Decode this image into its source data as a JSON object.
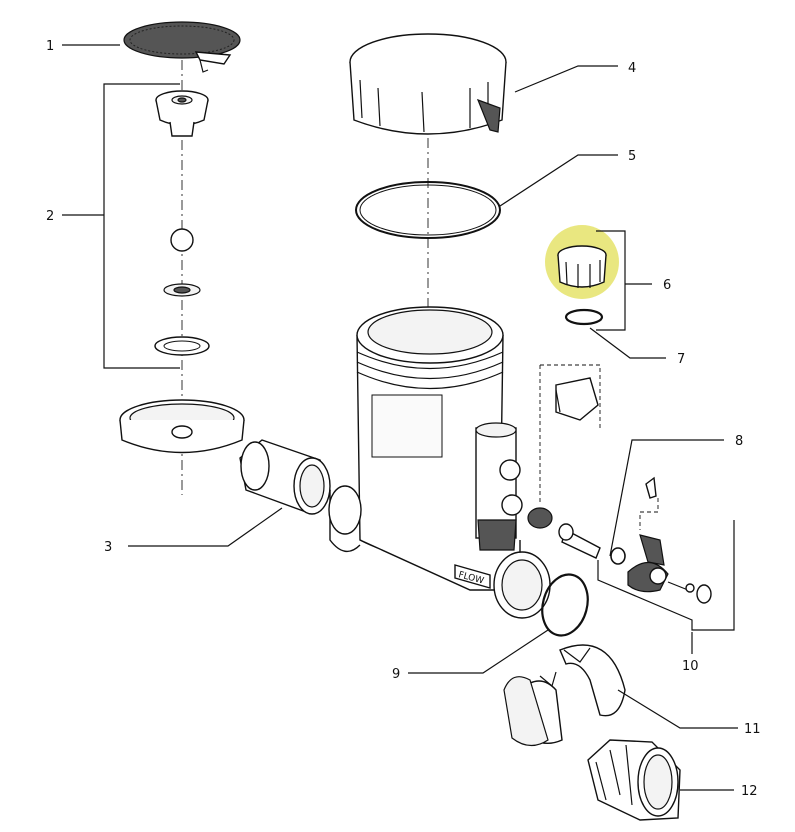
{
  "callouts": [
    {
      "id": "1",
      "label": "1"
    },
    {
      "id": "2",
      "label": "2"
    },
    {
      "id": "3",
      "label": "3"
    },
    {
      "id": "4",
      "label": "4"
    },
    {
      "id": "5",
      "label": "5"
    },
    {
      "id": "6",
      "label": "6"
    },
    {
      "id": "7",
      "label": "7"
    },
    {
      "id": "8",
      "label": "8"
    },
    {
      "id": "9",
      "label": "9"
    },
    {
      "id": "10",
      "label": "10"
    },
    {
      "id": "11",
      "label": "11"
    },
    {
      "id": "12",
      "label": "12"
    }
  ],
  "body_marking": "FLOW",
  "colors": {
    "highlight": "#e5e36a",
    "line": "#111111",
    "background": "#ffffff"
  }
}
